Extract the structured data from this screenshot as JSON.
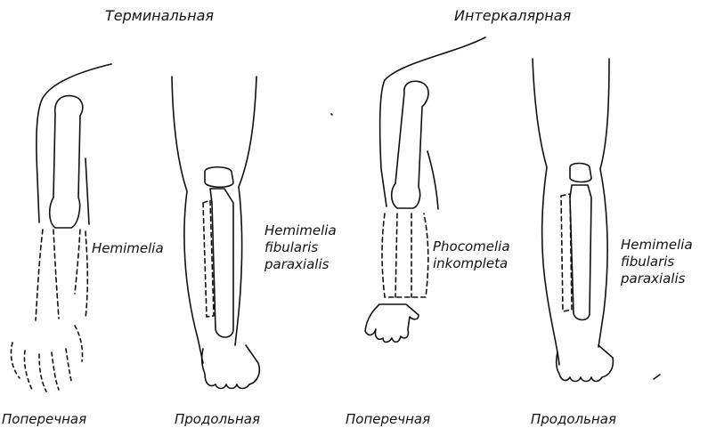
{
  "groups": {
    "terminal": "Терминальная",
    "intercalary": "Интеркалярная"
  },
  "terms": {
    "hemimelia": "Hemimelia",
    "fibular_1": [
      "Hemimelia",
      "fibularis",
      "paraxialis"
    ],
    "phocomelia": [
      "Phocomelia",
      "inkompleta"
    ],
    "fibular_2": [
      "Hemimelia",
      "fibularis",
      "paraxialis"
    ]
  },
  "bottom": {
    "a": "Поперечная",
    "b": "Продольная",
    "c": "Поперечная",
    "d": "Продольная"
  }
}
